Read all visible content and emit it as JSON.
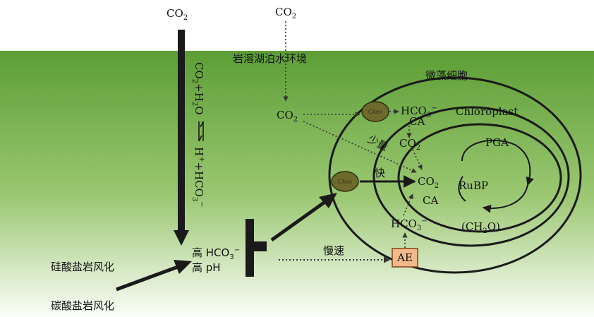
{
  "top_co2_left": "CO",
  "top_co2_right": "CO",
  "vertical_equation_top": "CO2+H2O",
  "vertical_equation_bottom": "H++HCO3-",
  "environment_label": "岩溶湖泊水环境",
  "cell_label": "微藻细胞",
  "chloroplast_label": "Chloroplast",
  "co2_env": "CO",
  "hco3_upper": "HCO",
  "ca_upper": "CA",
  "co2_mid": "CO",
  "shaoliang": "少量",
  "kuai": "快",
  "co2_chloro": "CO",
  "ca_lower": "CA",
  "hco3_lower": "HCO",
  "pga": "PGA",
  "rubp": "RuBP",
  "ch2o": "(CH",
  "ch2o_end": "O)",
  "caex_label": "CAex",
  "ae_label": "AE",
  "manshu": "慢速",
  "high_hco3": "高 HCO",
  "high_ph": "高 pH",
  "silicate_weathering": "硅酸盐岩风化",
  "carbonate_weathering": "碳酸盐岩风化",
  "colors": {
    "water_top": "#5c9e35",
    "water_bottom": "#ffffff",
    "caex_fill": "#6e6a2b",
    "ae_fill": "#f3b98b",
    "ae_stroke": "#8a4a1c",
    "line": "#1a1a1a"
  }
}
